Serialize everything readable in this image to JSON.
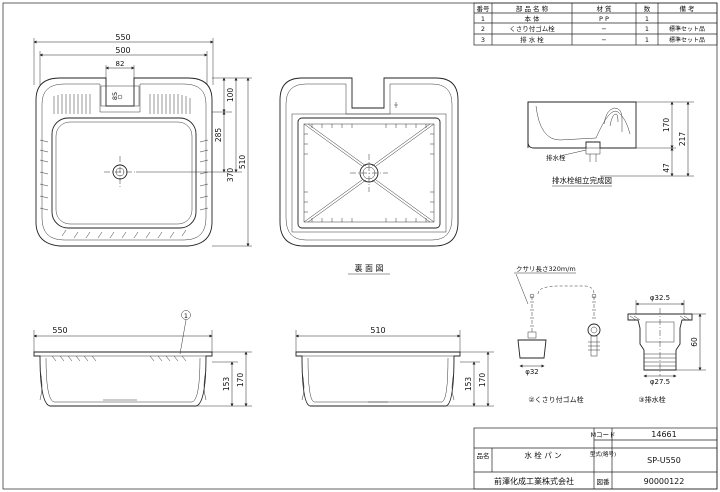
{
  "parts_table": {
    "headers": [
      "番号",
      "部 品 名 称",
      "材 質",
      "数",
      "備 考"
    ],
    "rows": [
      {
        "no": "1",
        "name": "本 体",
        "material": "P P",
        "qty": "1",
        "note": ""
      },
      {
        "no": "2",
        "name": "くさり付ゴム栓",
        "material": "−",
        "qty": "1",
        "note": "標準セット品"
      },
      {
        "no": "3",
        "name": "排 水 栓",
        "material": "−",
        "qty": "1",
        "note": "標準セット品"
      }
    ]
  },
  "top_view": {
    "dim_550": "550",
    "dim_500": "500",
    "dim_82": "82",
    "dim_85": "85",
    "dim_100": "100",
    "dim_285": "285",
    "dim_370": "370",
    "dim_510": "510"
  },
  "bottom_view": {
    "caption": "裏 面 図"
  },
  "drain_assembly": {
    "caption": "排水栓組立完成図",
    "label_drain": "排水栓",
    "dim_170": "170",
    "dim_217": "217",
    "dim_47": "47"
  },
  "front_view": {
    "dim_550": "550",
    "dim_153": "153",
    "dim_170": "170",
    "balloon": "1"
  },
  "side_view": {
    "dim_510": "510",
    "dim_153": "153",
    "dim_170": "170"
  },
  "chain_plug": {
    "chain_label": "クサリ長さ320m/m",
    "dim_phi32": "φ32",
    "caption": "②くさり付ゴム栓"
  },
  "drain_plug": {
    "dim_phi32_5": "φ32.5",
    "dim_60": "60",
    "dim_phi27_5": "φ27.5",
    "caption": "③排水栓"
  },
  "title_block": {
    "m_code_label": "Mコード",
    "m_code": "14661",
    "name_label": "品名",
    "name": "水 栓 パ ン",
    "model_label": "型式(略号)",
    "model": "SP-U550",
    "company": "前澤化成工業株式会社",
    "drawing_no_label": "図番",
    "drawing_no": "90000122"
  }
}
